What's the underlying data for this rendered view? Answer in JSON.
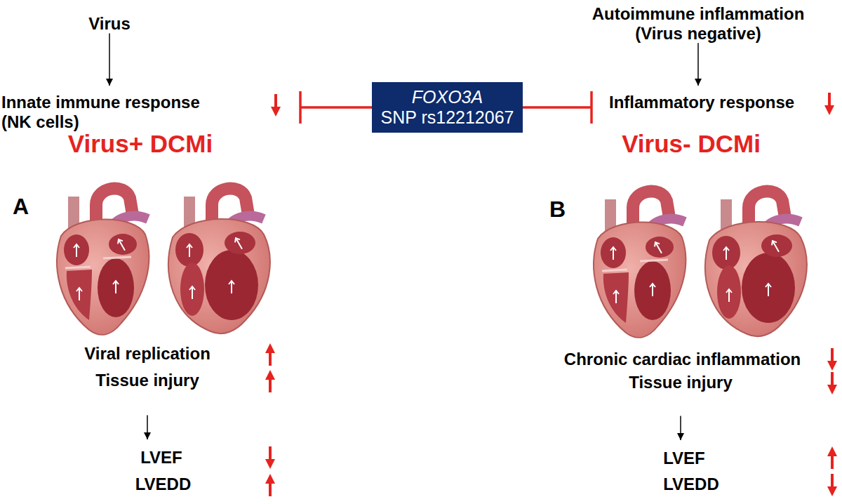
{
  "diagram": {
    "nodes": [
      {
        "text": [
          "Virus"
        ]
      },
      {
        "text": [
          "Innate immune response (NK cells)"
        ]
      },
      {
        "text": [
          "FOXO3A",
          "SNP rs12212067"
        ]
      },
      {
        "text": [
          "Autoimmune inflammation (Virus negative)"
        ]
      },
      {
        "text": [
          "Inflammatory response"
        ]
      },
      {
        "text": [
          "Tissue injury"
        ]
      },
      {
        "text": [
          "LVEF"
        ]
      },
      {
        "text": [
          "Tissue injury"
        ]
      },
      {
        "text": [
          "LVEF"
        ]
      }
    ],
    "edges": [
      {
        "from": 0,
        "to": 1,
        "arrow": "to"
      },
      {
        "from": 2,
        "to": 1,
        "arrow": "to"
      },
      {
        "from": 2,
        "to": 4,
        "arrow": "to"
      },
      {
        "from": 3,
        "to": 4,
        "arrow": "to"
      },
      {
        "from": 5,
        "to": 6,
        "arrow": "to"
      },
      {
        "from": 7,
        "to": 8,
        "arrow": "to"
      }
    ],
    "labels": [
      "Virus+ DCMi",
      "Virus- DCMi",
      "A",
      "B",
      "Viral replication",
      "Chronic cardiac inflammation",
      "LVEDD",
      "LVEDD"
    ]
  }
}
